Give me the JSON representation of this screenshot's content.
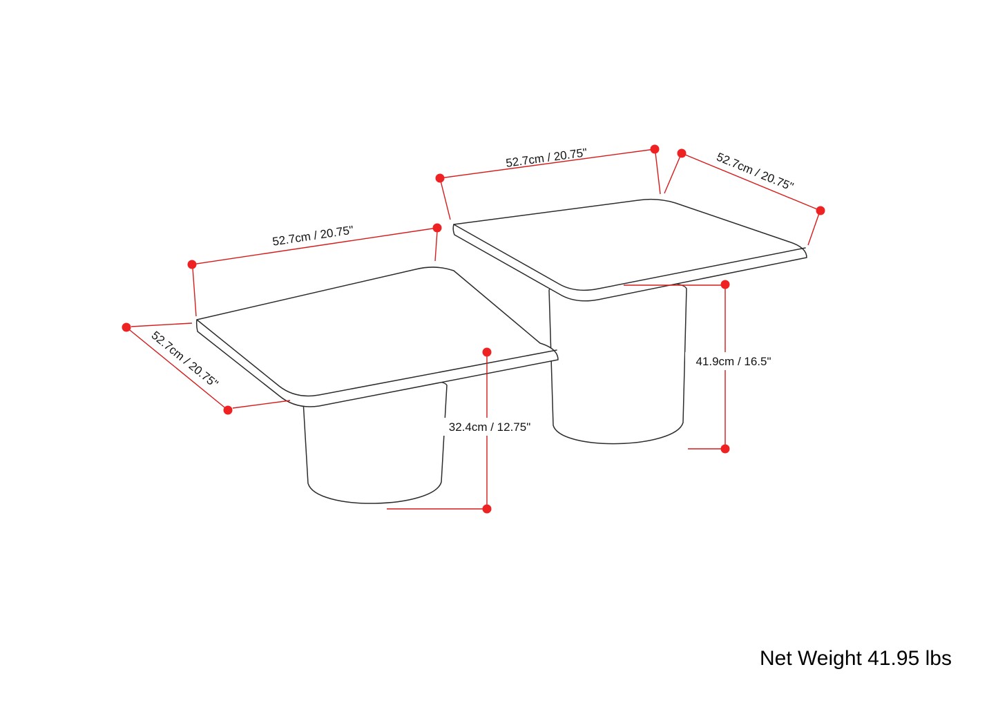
{
  "diagram": {
    "net_weight": "Net Weight 41.95 lbs",
    "dimensions": {
      "right_table_width": "52.7cm / 20.75\"",
      "right_table_depth": "52.7cm / 20.75\"",
      "left_table_width": "52.7cm / 20.75\"",
      "left_table_depth": "52.7cm / 20.75\"",
      "right_table_height": "41.9cm / 16.5\"",
      "left_table_height": "32.4cm / 12.75\""
    },
    "colors": {
      "dimension_red": "#d61a1a",
      "dot_red": "#ee2222",
      "outline": "#2b2b2b",
      "background": "#ffffff"
    }
  }
}
